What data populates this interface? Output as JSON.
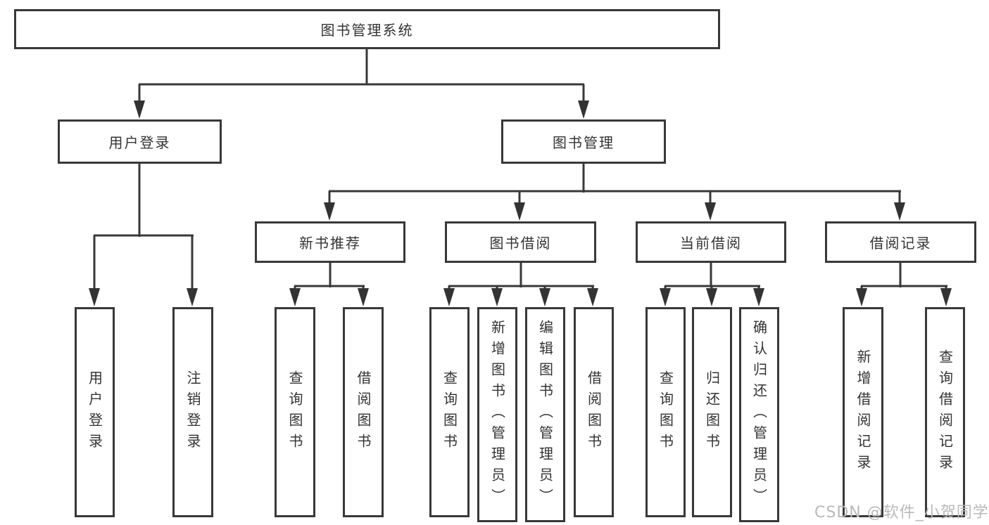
{
  "diagram": {
    "root": "图书管理系统",
    "level2": [
      "用户登录",
      "图书管理"
    ],
    "level3": [
      "新书推荐",
      "图书借阅",
      "当前借阅",
      "借阅记录"
    ],
    "leaves": {
      "user_login": [
        "用户登录",
        "注销登录"
      ],
      "new_book_recommend": [
        "查询图书",
        "借阅图书"
      ],
      "book_borrow": [
        "查询图书",
        "新增图书（管理员）",
        "编辑图书（管理员）",
        "借阅图书"
      ],
      "current_borrow": [
        "查询图书",
        "归还图书",
        "确认归还（管理员）"
      ],
      "borrow_records": [
        "新增借阅记录",
        "查询借阅记录"
      ]
    }
  },
  "watermark": "CSDN @软件_小贺同学",
  "colors": {
    "line": "#383838",
    "text": "#333333",
    "watermark": "#b9b9b9",
    "background": "#ffffff"
  }
}
